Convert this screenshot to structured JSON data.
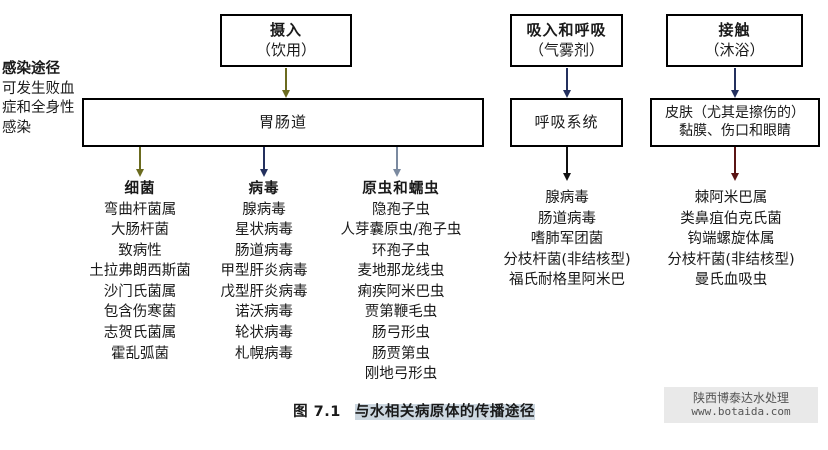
{
  "figure": {
    "caption_number": "图 7.1",
    "caption_text": "与水相关病原体的传播途径"
  },
  "left_label": {
    "heading": "感染途径",
    "body": "可发生败血症和全身性感染"
  },
  "colors": {
    "box_border": "#000000",
    "arrow_olive": "#6b6b1f",
    "arrow_navy": "#24305e",
    "arrow_steel": "#7b8aa0",
    "arrow_black": "#101010",
    "arrow_maroon": "#5a1414",
    "caption_highlight": "#ccd7e0",
    "watermark_bg": "#e9e9e9"
  },
  "routes": [
    {
      "id": "ingestion",
      "top_box": {
        "title": "摄入",
        "subtitle": "（饮用）"
      },
      "target_box": {
        "title": "胃肠道"
      }
    },
    {
      "id": "inhalation",
      "top_box": {
        "title": "吸入和呼吸",
        "subtitle": "（气雾剂）"
      },
      "target_box": {
        "title": "呼吸系统"
      }
    },
    {
      "id": "contact",
      "top_box": {
        "title": "接触",
        "subtitle": "（沐浴）"
      },
      "target_box": {
        "line1": "皮肤（尤其是擦伤的）",
        "line2": "黏膜、伤口和眼睛"
      }
    }
  ],
  "columns": [
    {
      "id": "bacteria",
      "header": "细菌",
      "items": [
        "弯曲杆菌属",
        "大肠杆菌",
        "致病性",
        "土拉弗朗西斯菌",
        "沙门氏菌属",
        "包含伤寒菌",
        "志贺氏菌属",
        "霍乱弧菌"
      ]
    },
    {
      "id": "viruses",
      "header": "病毒",
      "items": [
        "腺病毒",
        "星状病毒",
        "肠道病毒",
        "甲型肝炎病毒",
        "戊型肝炎病毒",
        "诺沃病毒",
        "轮状病毒",
        "札幌病毒"
      ]
    },
    {
      "id": "protozoa-helminths",
      "header": "原虫和蠕虫",
      "items": [
        "隐孢子虫",
        "人芽囊原虫/孢子虫",
        "环孢子虫",
        "麦地那龙线虫",
        "痢疾阿米巴虫",
        "贾第鞭毛虫",
        "肠弓形虫",
        "肠贾第虫",
        "刚地弓形虫"
      ]
    },
    {
      "id": "respiratory",
      "header": "",
      "items": [
        "腺病毒",
        "肠道病毒",
        "嗜肺军团菌",
        "分枝杆菌(非结核型)",
        "福氏耐格里阿米巴"
      ]
    },
    {
      "id": "contact-agents",
      "header": "",
      "items": [
        "棘阿米巴属",
        "类鼻疽伯克氏菌",
        "钩端螺旋体属",
        "分枝杆菌(非结核型)",
        "曼氏血吸虫"
      ]
    }
  ],
  "watermark": {
    "line1": "陕西博泰达水处理",
    "line2": "www.botaida.com"
  }
}
